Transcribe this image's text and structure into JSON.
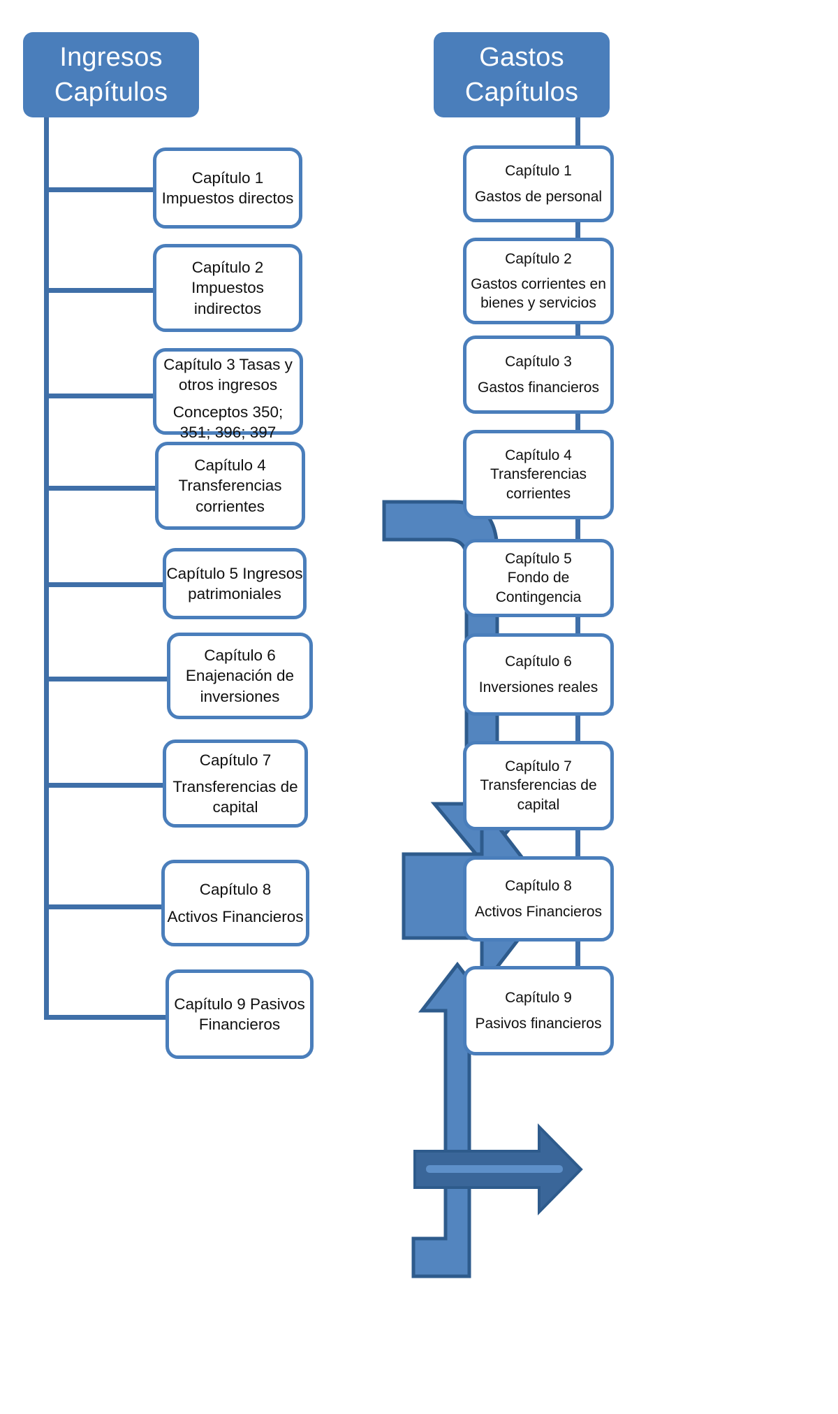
{
  "diagram": {
    "title_left": "Ingresos Capítulos",
    "title_right": "Gastos Capítulos",
    "colors": {
      "accent": "#4A7EBB",
      "arrow_fill": "#5385BF",
      "arrow_outline": "#2E5B8C",
      "arrow_fill_dark": "#3A6699",
      "box_border": "#4A7EBB",
      "header_text": "#FFFFFF",
      "body_text": "#101010",
      "background": "#FFFFFF"
    }
  },
  "left": {
    "header": {
      "line1": "Ingresos",
      "line2": "Capítulos"
    },
    "nodes": [
      {
        "line1": "Capítulo 1",
        "line2": "Impuestos directos",
        "line3": "",
        "line4": ""
      },
      {
        "line1": "Capítulo 2",
        "line2": "Impuestos",
        "line3": "indirectos",
        "line4": ""
      },
      {
        "line1": "Capítulo 3 Tasas y",
        "line2": "otros ingresos",
        "line3": "Conceptos 350;",
        "line4": "351; 396; 397"
      },
      {
        "line1": "Capítulo 4",
        "line2": "Transferencias",
        "line3": "corrientes",
        "line4": ""
      },
      {
        "line1": "Capítulo 5 Ingresos",
        "line2": "patrimoniales",
        "line3": "",
        "line4": ""
      },
      {
        "line1": "Capítulo 6",
        "line2": "Enajenación de",
        "line3": "inversiones",
        "line4": ""
      },
      {
        "line1": "Capítulo 7",
        "line2": "Transferencias  de",
        "line3": "capital",
        "line4": ""
      },
      {
        "line1": "Capítulo 8",
        "line2": "Activos Financieros",
        "line3": "",
        "line4": ""
      },
      {
        "line1": "Capítulo 9 Pasivos",
        "line2": "Financieros",
        "line3": "",
        "line4": ""
      }
    ]
  },
  "right": {
    "header": {
      "line1": "Gastos",
      "line2": "Capítulos"
    },
    "nodes": [
      {
        "line1": "Capítulo 1",
        "line2": "Gastos de personal",
        "line3": "",
        "line4": ""
      },
      {
        "line1": "Capítulo 2",
        "line2": "Gastos corrientes en",
        "line3": "bienes y servicios",
        "line4": ""
      },
      {
        "line1": "Capítulo 3",
        "line2": "Gastos financieros",
        "line3": "",
        "line4": ""
      },
      {
        "line1": "Capítulo 4",
        "line2": "Transferencias",
        "line3": "corrientes",
        "line4": ""
      },
      {
        "line1": "Capítulo  5",
        "line2": "Fondo de",
        "line3": "Contingencia",
        "line4": ""
      },
      {
        "line1": "Capítulo 6",
        "line2": "Inversiones reales",
        "line3": "",
        "line4": ""
      },
      {
        "line1": "Capítulo  7",
        "line2": "Transferencias de",
        "line3": "capital",
        "line4": ""
      },
      {
        "line1": "Capítulo 8",
        "line2": "Activos Financieros",
        "line3": "",
        "line4": ""
      },
      {
        "line1": "Capítulo 9",
        "line2": "Pasivos financieros",
        "line3": "",
        "line4": ""
      }
    ]
  },
  "flows": [
    {
      "name": "cap3-to-cap6-gastos",
      "from": "Capítulo 3 Tasas y otros ingresos",
      "to": "Capítulo 6 Inversiones reales",
      "shape": "elbow-down"
    },
    {
      "name": "ingresos-to-gastos-main",
      "from": "Capítulos 6 y 7 Ingresos",
      "to": "Capítulos 6 y 7 Gastos",
      "shape": "right-block-arrow"
    },
    {
      "name": "cap8-to-cap8",
      "from": "Capítulo 8 Activos Financieros",
      "to": "Capítulo 8 Activos Financieros",
      "shape": "right-arrow"
    },
    {
      "name": "cap9-to-cap7-gastos",
      "from": "Capítulo 9 Pasivos Financieros",
      "to": "Capítulo 7 Transferencias de capital",
      "shape": "elbow-up"
    }
  ]
}
